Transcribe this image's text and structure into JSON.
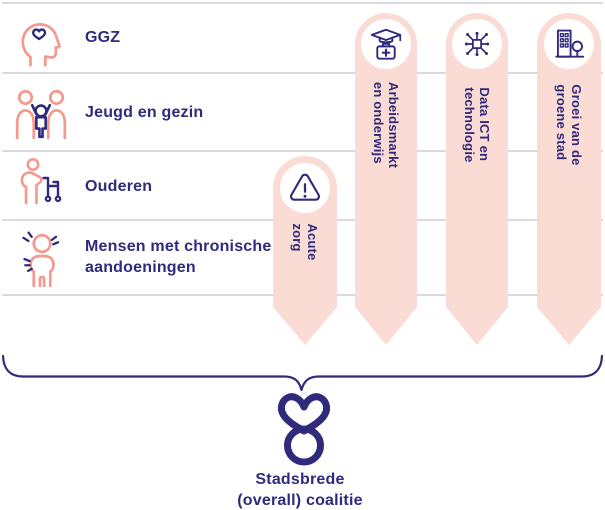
{
  "diagram": {
    "title_hint": "coalition matrix",
    "rows": [
      {
        "label": "GGZ",
        "icon": "head-heart-icon"
      },
      {
        "label": "Jeugd en gezin",
        "icon": "family-icon"
      },
      {
        "label": "Ouderen",
        "icon": "elderly-walker-icon"
      },
      {
        "label": "Mensen met chronische aandoeningen",
        "icon": "chronic-pain-icon"
      }
    ],
    "columns": [
      {
        "line1": "Acute",
        "line2": "zorg",
        "icon": "warning-triangle-icon"
      },
      {
        "line1": "Arbeidsmarkt",
        "line2": "en onderwijs",
        "icon": "education-work-icon"
      },
      {
        "line1": "Data ICT en",
        "line2": "technologie",
        "icon": "network-icon"
      },
      {
        "line1": "Groei van de",
        "line2": "groene stad",
        "icon": "green-city-icon"
      }
    ],
    "footer": {
      "line1": "Stadsbrede",
      "line2": "(overall) coalitie",
      "icon": "heart-loop-icon"
    },
    "colors": {
      "pink": "#fbdcd5",
      "coral": "#f5988e",
      "indigo": "#2f2a7c",
      "line": "#d9d9e1",
      "background": "#ffffff"
    }
  }
}
